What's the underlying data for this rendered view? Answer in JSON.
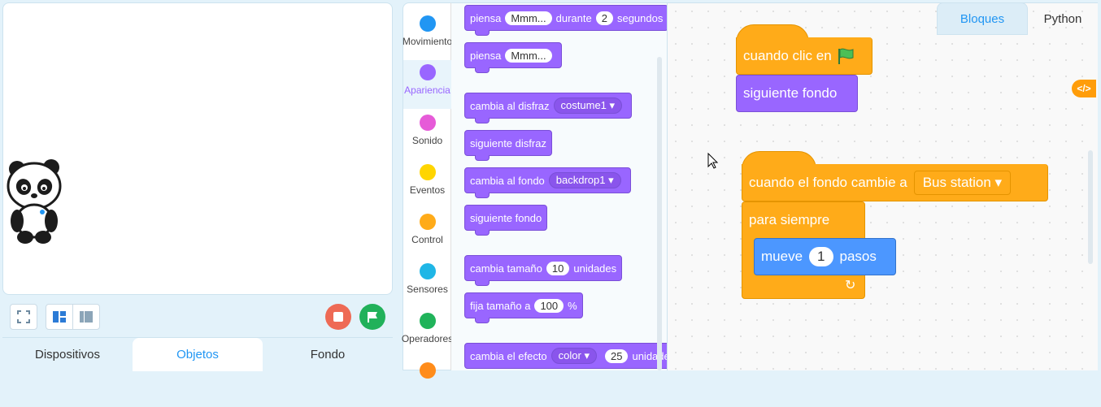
{
  "stage_tabs": [
    {
      "label": "Dispositivos",
      "active": false
    },
    {
      "label": "Objetos",
      "active": true
    },
    {
      "label": "Fondo",
      "active": false
    }
  ],
  "categories": [
    {
      "label": "Movimiento",
      "color": "#2196f3",
      "active": false
    },
    {
      "label": "Apariencia",
      "color": "#9966ff",
      "active": true
    },
    {
      "label": "Sonido",
      "color": "#e65bd8",
      "active": false
    },
    {
      "label": "Eventos",
      "color": "#ffd500",
      "active": false
    },
    {
      "label": "Control",
      "color": "#ffab19",
      "active": false
    },
    {
      "label": "Sensores",
      "color": "#1fb6e6",
      "active": false
    },
    {
      "label": "Operadores",
      "color": "#20b35a",
      "active": false
    }
  ],
  "palette": {
    "think_secs": {
      "label": "piensa",
      "text": "Mmm...",
      "during": "durante",
      "secs": "2",
      "unit": "segundos"
    },
    "think": {
      "label": "piensa",
      "text": "Mmm..."
    },
    "switch_costume": {
      "label": "cambia al disfraz",
      "value": "costume1 ▾"
    },
    "next_costume": {
      "label": "siguiente disfraz"
    },
    "switch_backdrop": {
      "label": "cambia al fondo",
      "value": "backdrop1 ▾"
    },
    "next_backdrop": {
      "label": "siguiente fondo"
    },
    "change_size": {
      "label": "cambia tamaño",
      "value": "10",
      "unit": "unidades"
    },
    "set_size": {
      "label": "fija tamaño a",
      "value": "100",
      "unit": "%"
    },
    "change_effect": {
      "label": "cambia el efecto",
      "effect": "color ▾",
      "value": "25",
      "unit": "unidades"
    }
  },
  "editor_tabs": {
    "blocks": "Bloques",
    "python": "Python"
  },
  "code_toggle": "</>",
  "script1": {
    "hat": "cuando clic en",
    "block": "siguiente fondo"
  },
  "script2": {
    "hat": "cuando el fondo cambie a",
    "backdrop": "Bus station ▾",
    "forever": "para siempre",
    "move": "mueve",
    "steps": "1",
    "steps_unit": "pasos",
    "loop_arrow": "↻"
  }
}
